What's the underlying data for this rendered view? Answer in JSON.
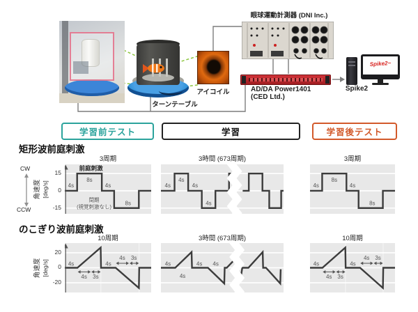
{
  "setup": {
    "recorder_label": "眼球運動計測器 (DNI Inc.)",
    "eyecoil_label": "アイコイル",
    "turntable_label": "ターンテーブル",
    "adda_line1": "AD/DA Power1401",
    "adda_line2": "(CED Ltd.)",
    "software_label": "Spike2",
    "screen_text": "Spike2~",
    "colors": {
      "turntable_blue": "#2b8fd6",
      "adda_red": "#c0272d",
      "dashed_link_green": "#8cc63e",
      "wire_gray": "#7d7d7d"
    }
  },
  "phases": {
    "pre": "学習前テスト",
    "learning": "学習",
    "post": "学習後テスト",
    "pre_color": "#2ba39c",
    "learning_color": "#222222",
    "post_color": "#d2592a"
  },
  "stimulus": {
    "sections": [
      {
        "heading": "矩形波前庭刺激",
        "axis": {
          "cw": "CW",
          "ccw": "CCW",
          "ylabel": "角速度",
          "yunit": "[deg/s]",
          "yticks": [
            "15",
            "0",
            "-15"
          ]
        },
        "panels": [
          {
            "title": "3周期",
            "xmax": 28,
            "ymin": -20,
            "ymax": 23,
            "grid": [
              15,
              0,
              -15
            ],
            "axis": true,
            "traces": [
              [
                [
                  0,
                  0
                ],
                [
                  4,
                  0
                ],
                [
                  4,
                  15
                ],
                [
                  12,
                  15
                ],
                [
                  12,
                  0
                ],
                [
                  16,
                  0
                ],
                [
                  16,
                  -15
                ],
                [
                  24,
                  -15
                ],
                [
                  24,
                  0
                ],
                [
                  28,
                  0
                ]
              ]
            ],
            "texts": [
              {
                "t": 2,
                "v": 4.5,
                "s": "4s"
              },
              {
                "t": 8,
                "v": 9.5,
                "s": "8s"
              },
              {
                "t": 14,
                "v": 4.5,
                "s": "4s"
              },
              {
                "t": 20.5,
                "v": -11,
                "s": "8s"
              },
              {
                "t": 8.5,
                "v": 19.5,
                "s": "前庭刺激",
                "b": 1,
                "sz": 8.5
              },
              {
                "t": 9.5,
                "v": -8,
                "s": "間期",
                "sz": 7.5
              },
              {
                "t": 9.5,
                "v": -14,
                "s": "(視覚刺激なし)",
                "sz": 7.5
              }
            ],
            "arrows": []
          },
          {
            "title": "3時間 (673周期)",
            "xmax": 36,
            "ymin": -20,
            "ymax": 23,
            "grid": [
              15,
              0,
              -15
            ],
            "tear": 0.6,
            "traces": [
              [
                [
                  0,
                  0
                ],
                [
                  4,
                  0
                ],
                [
                  4,
                  15
                ],
                [
                  8,
                  15
                ],
                [
                  8,
                  0
                ],
                [
                  12,
                  0
                ],
                [
                  12,
                  -15
                ],
                [
                  16,
                  -15
                ],
                [
                  16,
                  0
                ],
                [
                  20,
                  0
                ],
                [
                  20,
                  15
                ],
                [
                  21.4,
                  15
                ]
              ],
              [
                [
                  24,
                  0
                ],
                [
                  25.8,
                  0
                ],
                [
                  25.8,
                  15
                ],
                [
                  29.8,
                  15
                ],
                [
                  29.8,
                  0
                ],
                [
                  31.8,
                  0
                ],
                [
                  31.8,
                  -15
                ],
                [
                  35.3,
                  -15
                ],
                [
                  35.3,
                  0
                ],
                [
                  36,
                  0
                ]
              ]
            ],
            "texts": [
              {
                "t": 2,
                "v": 4.5,
                "s": "4s"
              },
              {
                "t": 6,
                "v": 9.5,
                "s": "4s"
              },
              {
                "t": 10,
                "v": 4.5,
                "s": "4s"
              },
              {
                "t": 14,
                "v": -11,
                "s": "4s"
              }
            ],
            "arrows": []
          },
          {
            "title": "3周期",
            "xmax": 28,
            "ymin": -20,
            "ymax": 23,
            "grid": [
              15,
              0,
              -15
            ],
            "traces": [
              [
                [
                  0,
                  0
                ],
                [
                  4,
                  0
                ],
                [
                  4,
                  15
                ],
                [
                  12,
                  15
                ],
                [
                  12,
                  0
                ],
                [
                  16,
                  0
                ],
                [
                  16,
                  -15
                ],
                [
                  24,
                  -15
                ],
                [
                  24,
                  0
                ],
                [
                  28,
                  0
                ]
              ]
            ],
            "texts": [
              {
                "t": 2,
                "v": 4.5,
                "s": "4s"
              },
              {
                "t": 8,
                "v": 9.5,
                "s": "8s"
              },
              {
                "t": 14,
                "v": 4.5,
                "s": "4s"
              },
              {
                "t": 20.5,
                "v": -11,
                "s": "8s"
              }
            ],
            "arrows": []
          }
        ]
      },
      {
        "heading": "のこぎり波前庭刺激",
        "axis": {
          "cw": "",
          "ccw": "",
          "ylabel": "角速度",
          "yunit": "[deg/s]",
          "yticks": [
            "20",
            "0",
            "-20"
          ]
        },
        "panels": [
          {
            "title": "10周期",
            "xmax": 26,
            "ymin": -33,
            "ymax": 33,
            "grid": [
              20,
              0,
              -20
            ],
            "axis": true,
            "guides": [
              10.85,
              22.35
            ],
            "traces": [
              [
                [
                  0,
                  0
                ],
                [
                  3.8,
                  0
                ],
                [
                  10.8,
                  27
                ],
                [
                  10.9,
                  0
                ],
                [
                  15.3,
                  0
                ],
                [
                  22.3,
                  -27
                ],
                [
                  22.4,
                  0
                ],
                [
                  26,
                  0
                ]
              ]
            ],
            "texts": [
              {
                "t": 1.9,
                "v": 5,
                "s": "4s"
              },
              {
                "t": 5.8,
                "v": -12,
                "s": "4s"
              },
              {
                "t": 9.3,
                "v": -12,
                "s": "3s"
              },
              {
                "t": 13.1,
                "v": 5,
                "s": "4s"
              },
              {
                "t": 17.3,
                "v": 13,
                "s": "4s"
              },
              {
                "t": 20.8,
                "v": 13,
                "s": "3s"
              }
            ],
            "arrows": [
              {
                "t1": 3.9,
                "t2": 7.8,
                "v": -5.5
              },
              {
                "t1": 8.0,
                "t2": 10.8,
                "v": -5.5
              },
              {
                "t1": 15.4,
                "t2": 19.3,
                "v": 6
              },
              {
                "t1": 19.5,
                "t2": 22.3,
                "v": 6
              }
            ]
          },
          {
            "title": "3時間 (673周期)",
            "xmax": 30,
            "ymin": -33,
            "ymax": 33,
            "grid": [
              20,
              0,
              -20
            ],
            "tear": 0.62,
            "traces": [
              [
                [
                  0,
                  0
                ],
                [
                  3.5,
                  0
                ],
                [
                  7.5,
                  21
                ],
                [
                  7.6,
                  0
                ],
                [
                  11.5,
                  0
                ],
                [
                  15.5,
                  -21
                ],
                [
                  15.6,
                  0
                ],
                [
                  16.1,
                  0
                ],
                [
                  18.4,
                  13
                ]
              ],
              [
                [
                  19.6,
                  -11
                ],
                [
                  19.9,
                  0
                ],
                [
                  21.4,
                  0
                ],
                [
                  24.9,
                  21
                ],
                [
                  25,
                  0
                ],
                [
                  25.7,
                  0
                ],
                [
                  29.2,
                  -21
                ],
                [
                  29.3,
                  -2
                ]
              ]
            ],
            "texts": [
              {
                "t": 1.7,
                "v": 5,
                "s": "4s"
              },
              {
                "t": 5.3,
                "v": -11,
                "s": "4s"
              },
              {
                "t": 9.4,
                "v": 5,
                "s": "4s"
              },
              {
                "t": 13.4,
                "v": 5,
                "s": "4s"
              }
            ],
            "arrows": []
          },
          {
            "title": "10周期",
            "xmax": 26,
            "ymin": -33,
            "ymax": 33,
            "grid": [
              20,
              0,
              -20
            ],
            "guides": [
              10.85,
              22.35
            ],
            "traces": [
              [
                [
                  0,
                  0
                ],
                [
                  3.8,
                  0
                ],
                [
                  10.8,
                  27
                ],
                [
                  10.9,
                  0
                ],
                [
                  15.3,
                  0
                ],
                [
                  22.3,
                  -27
                ],
                [
                  22.4,
                  0
                ],
                [
                  26,
                  0
                ]
              ]
            ],
            "texts": [
              {
                "t": 1.9,
                "v": 5,
                "s": "4s"
              },
              {
                "t": 5.8,
                "v": -12,
                "s": "4s"
              },
              {
                "t": 9.3,
                "v": -12,
                "s": "3s"
              },
              {
                "t": 13.1,
                "v": 5,
                "s": "4s"
              },
              {
                "t": 17.3,
                "v": 13,
                "s": "4s"
              },
              {
                "t": 20.8,
                "v": 13,
                "s": "3s"
              }
            ],
            "arrows": [
              {
                "t1": 3.9,
                "t2": 7.8,
                "v": -5.5
              },
              {
                "t1": 8.0,
                "t2": 10.8,
                "v": -5.5
              },
              {
                "t1": 15.4,
                "t2": 19.3,
                "v": 6
              },
              {
                "t1": 19.5,
                "t2": 22.3,
                "v": 6
              }
            ]
          }
        ]
      }
    ]
  }
}
